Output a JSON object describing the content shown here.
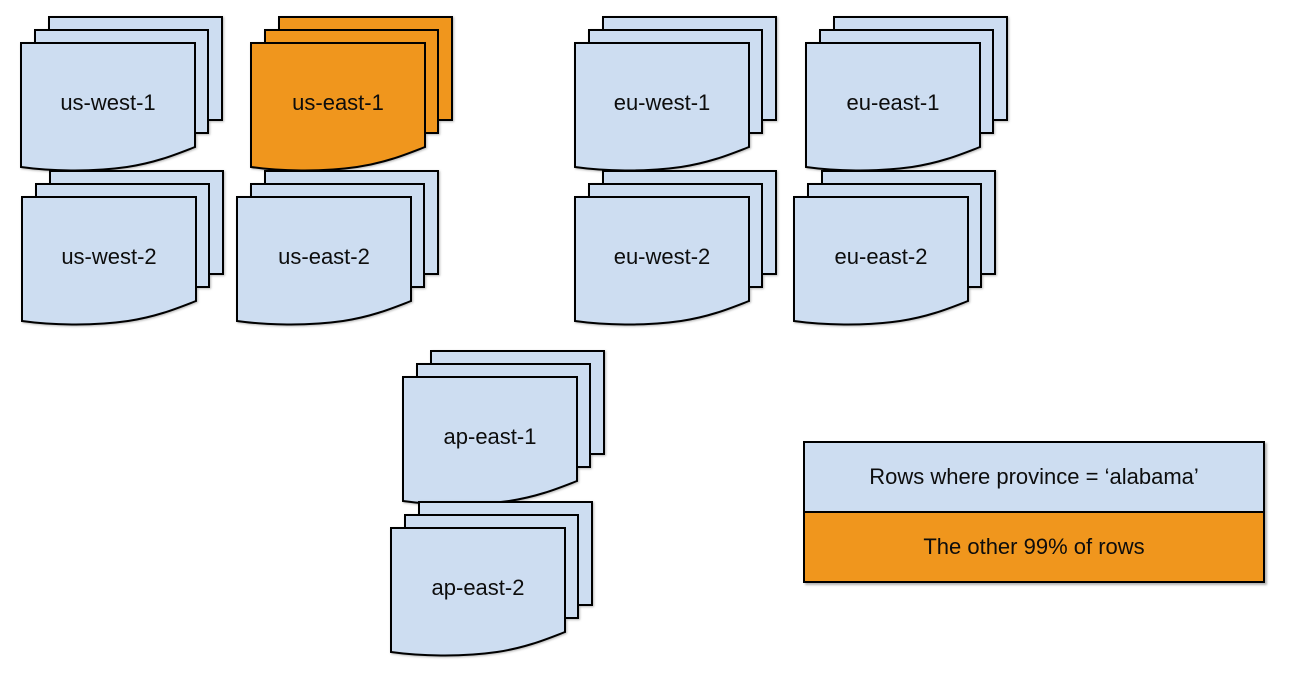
{
  "diagram": {
    "background_color": "#ffffff",
    "stroke_color": "#000000",
    "colors": {
      "region_fill": "#cdddf1",
      "highlight_fill": "#f0961d"
    },
    "stacks": [
      {
        "id": "us-west-1",
        "label": "us-west-1",
        "fill": "#cdddf1",
        "highlighted": false
      },
      {
        "id": "us-east-1",
        "label": "us-east-1",
        "fill": "#f0961d",
        "highlighted": true
      },
      {
        "id": "eu-west-1",
        "label": "eu-west-1",
        "fill": "#cdddf1",
        "highlighted": false
      },
      {
        "id": "eu-east-1",
        "label": "eu-east-1",
        "fill": "#cdddf1",
        "highlighted": false
      },
      {
        "id": "us-west-2",
        "label": "us-west-2",
        "fill": "#cdddf1",
        "highlighted": false
      },
      {
        "id": "us-east-2",
        "label": "us-east-2",
        "fill": "#cdddf1",
        "highlighted": false
      },
      {
        "id": "eu-west-2",
        "label": "eu-west-2",
        "fill": "#cdddf1",
        "highlighted": false
      },
      {
        "id": "eu-east-2",
        "label": "eu-east-2",
        "fill": "#cdddf1",
        "highlighted": false
      },
      {
        "id": "ap-east-1",
        "label": "ap-east-1",
        "fill": "#cdddf1",
        "highlighted": false
      },
      {
        "id": "ap-east-2",
        "label": "ap-east-2",
        "fill": "#cdddf1",
        "highlighted": false
      }
    ],
    "legend": {
      "items": [
        {
          "label": "Rows where province = ‘alabama’",
          "fill": "#cdddf1"
        },
        {
          "label": "The other 99% of rows",
          "fill": "#f0961d"
        }
      ]
    }
  }
}
